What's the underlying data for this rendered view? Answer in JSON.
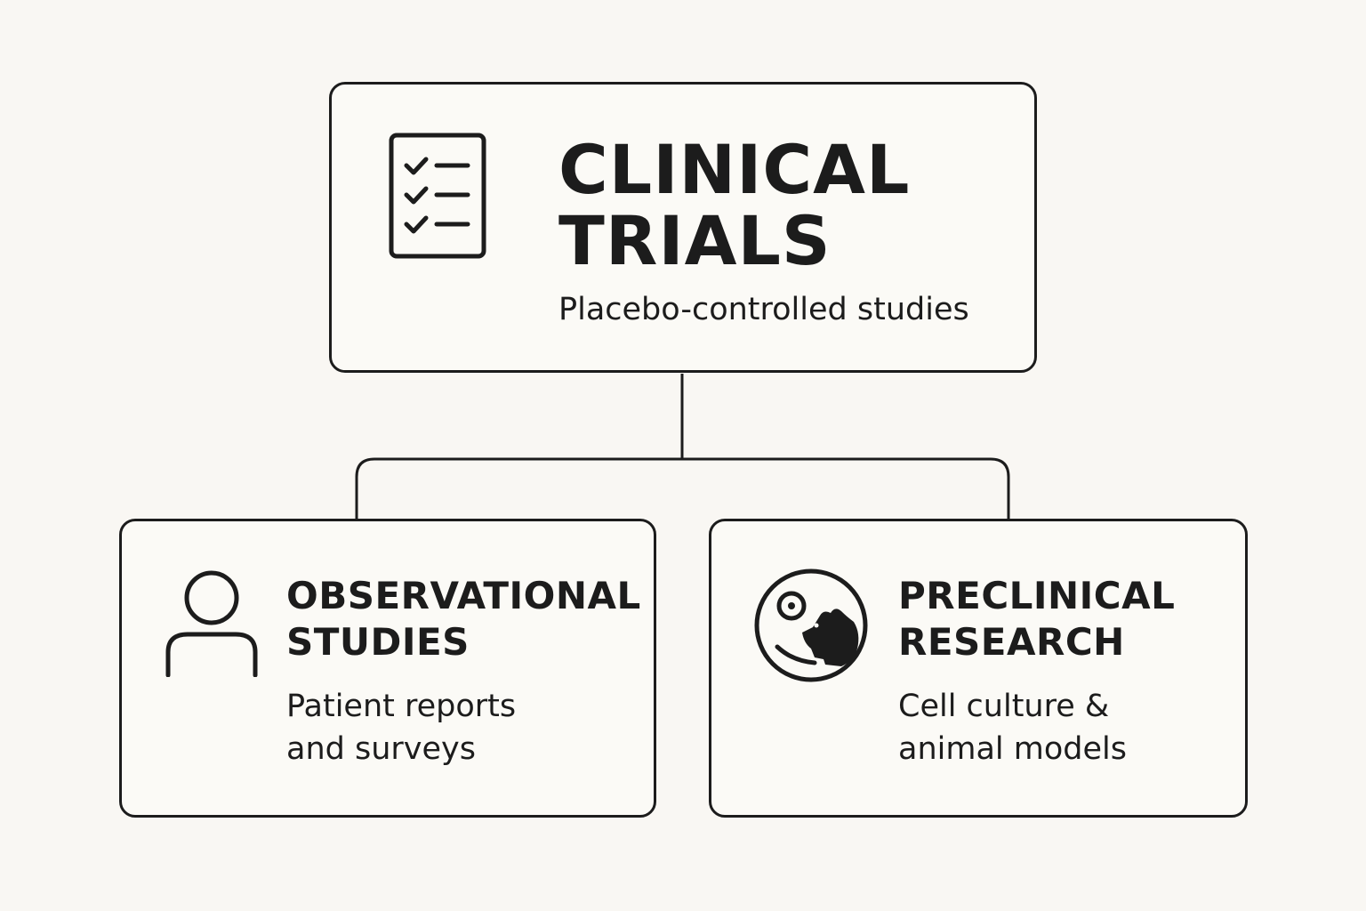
{
  "top": {
    "icon": "checklist-icon",
    "title_line1": "CLINICAL",
    "title_line2": "TRIALS",
    "subtitle": "Placebo-controlled studies"
  },
  "left": {
    "icon": "person-icon",
    "title_line1": "OBSERVATIONAL",
    "title_line2": "STUDIES",
    "desc_line1": "Patient reports",
    "desc_line2": "and surveys"
  },
  "right": {
    "icon": "lab-mouse-icon",
    "title_line1": "PRECLINICAL",
    "title_line2": "RESEARCH",
    "desc_line1": "Cell culture &",
    "desc_line2": "animal models"
  },
  "colors": {
    "background": "#f9f7f3",
    "stroke": "#1c1c1c"
  }
}
